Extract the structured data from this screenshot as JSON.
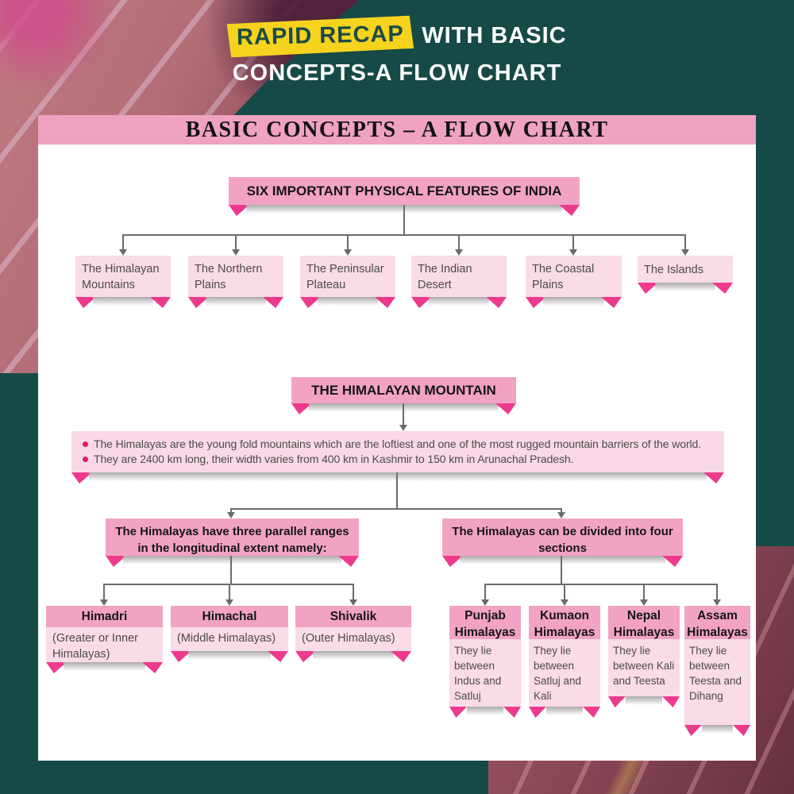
{
  "header": {
    "highlight": "RAPID RECAP",
    "rest": "WITH BASIC",
    "line2": "CONCEPTS-A FLOW CHART"
  },
  "card": {
    "title": "BASIC CONCEPTS – A FLOW CHART"
  },
  "flow": {
    "root_label": "SIX IMPORTANT PHYSICAL FEATURES OF INDIA",
    "features": [
      "The Himalayan Mountains",
      "The Northern Plains",
      "The Peninsular Plateau",
      "The Indian Desert",
      "The Coastal Plains",
      "The Islands"
    ],
    "himalaya": {
      "title": "THE HIMALAYAN MOUNTAIN",
      "facts": [
        "The Himalayas are the young fold mountains which are the loftiest and one of the most rugged mountain barriers of the world.",
        "They are 2400 km long, their width varies from 400 km in Kashmir to 150 km in Arunachal Pradesh."
      ],
      "branch_left": {
        "label": "The Himalayas have three parallel ranges in the longitudinal extent namely:",
        "ranges": [
          {
            "name": "Himadri",
            "desc": "(Greater or Inner Himalayas)"
          },
          {
            "name": "Himachal",
            "desc": "(Middle Himalayas)"
          },
          {
            "name": "Shivalik",
            "desc": "(Outer Himalayas)"
          }
        ]
      },
      "branch_right": {
        "label": "The Himalayas can be divided into four sections",
        "sections": [
          {
            "name": "Punjab Himalayas",
            "desc": "They lie between Indus and Satluj"
          },
          {
            "name": "Kumaon Himalayas",
            "desc": "They lie between Satluj and Kali"
          },
          {
            "name": "Nepal Himalayas",
            "desc": "They lie between Kali and Teesta"
          },
          {
            "name": "Assam Himalayas",
            "desc": "They lie between Teesta and Dihang"
          }
        ]
      }
    }
  },
  "colors": {
    "background_teal": "#164a46",
    "highlight_yellow": "#f6d31e",
    "box_pink": "#f2a3c3",
    "box_pink_light": "#fadbe8",
    "fold_pink": "#ee3a8c",
    "connector_gray": "#6b6b6b"
  }
}
